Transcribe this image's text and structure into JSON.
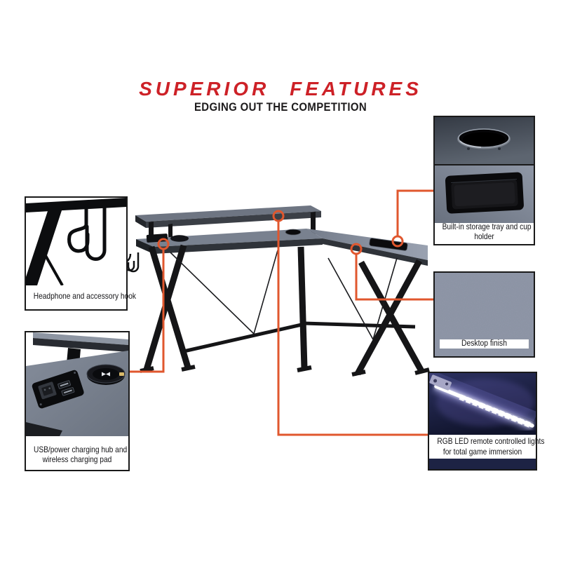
{
  "header": {
    "title": "SUPERIOR FEATURES",
    "subtitle": "EDGING OUT THE COMPETITION"
  },
  "colors": {
    "title_red": "#cd2127",
    "connector_orange": "#e0572e",
    "desk_gray": "#7b8391",
    "desk_edge_dark": "#2f3339",
    "leg_black": "#151517",
    "led_navy": "#1d2344",
    "box_border": "#1a1a1a",
    "finish_swatch": "#8a92a3"
  },
  "callouts": [
    {
      "id": "headphone-hook",
      "label": "Headphone and accessory hook",
      "lines": [
        "Headphone and accessory hook"
      ]
    },
    {
      "id": "usb-charging",
      "label": "USB/power charging hub and wireless charging pad",
      "lines": [
        "USB/power charging hub and",
        "wireless charging pad"
      ]
    },
    {
      "id": "storage-tray-cup-holder",
      "label": "Built-in storage tray and cup holder",
      "lines": [
        "Built-in storage tray and cup",
        "holder"
      ]
    },
    {
      "id": "desktop-finish",
      "label": "Desktop finish",
      "lines": [
        "Desktop finish"
      ]
    },
    {
      "id": "rgb-led-lights",
      "label": "RGB LED remote controlled lights for total game immersion",
      "lines": [
        "RGB LED remote controlled lights",
        "for total game immersion"
      ]
    }
  ]
}
